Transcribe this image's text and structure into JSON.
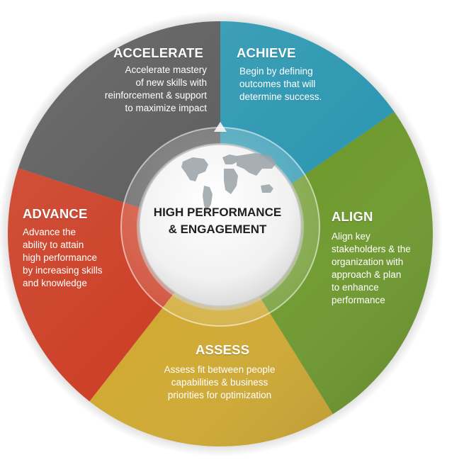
{
  "colors": {
    "accelerate": "#5b5b5b",
    "achieve": "#2f98b2",
    "align": "#6f9a2e",
    "assess": "#d0aa33",
    "advance": "#cc4027"
  },
  "center": {
    "icon": "world-map-icon",
    "label": "HIGH PERFORMANCE\n& ENGAGEMENT"
  },
  "segments": {
    "accelerate": {
      "title": "ACCELERATE",
      "text": "Accelerate mastery\nof new skills with\nreinforcement & support\nto maximize impact"
    },
    "achieve": {
      "title": "ACHIEVE",
      "text": "Begin by defining\noutcomes that will\ndetermine success."
    },
    "align": {
      "title": "ALIGN",
      "text": "Align key\nstakeholders & the\norganization with\napproach & plan\nto enhance\nperformance"
    },
    "assess": {
      "title": "ASSESS",
      "text": "Assess fit between people\ncapabilities & business\npriorities for optimization"
    },
    "advance": {
      "title": "ADVANCE",
      "text": "Advance the\nability to attain\nhigh performance\nby increasing skills\nand knowledge"
    }
  }
}
